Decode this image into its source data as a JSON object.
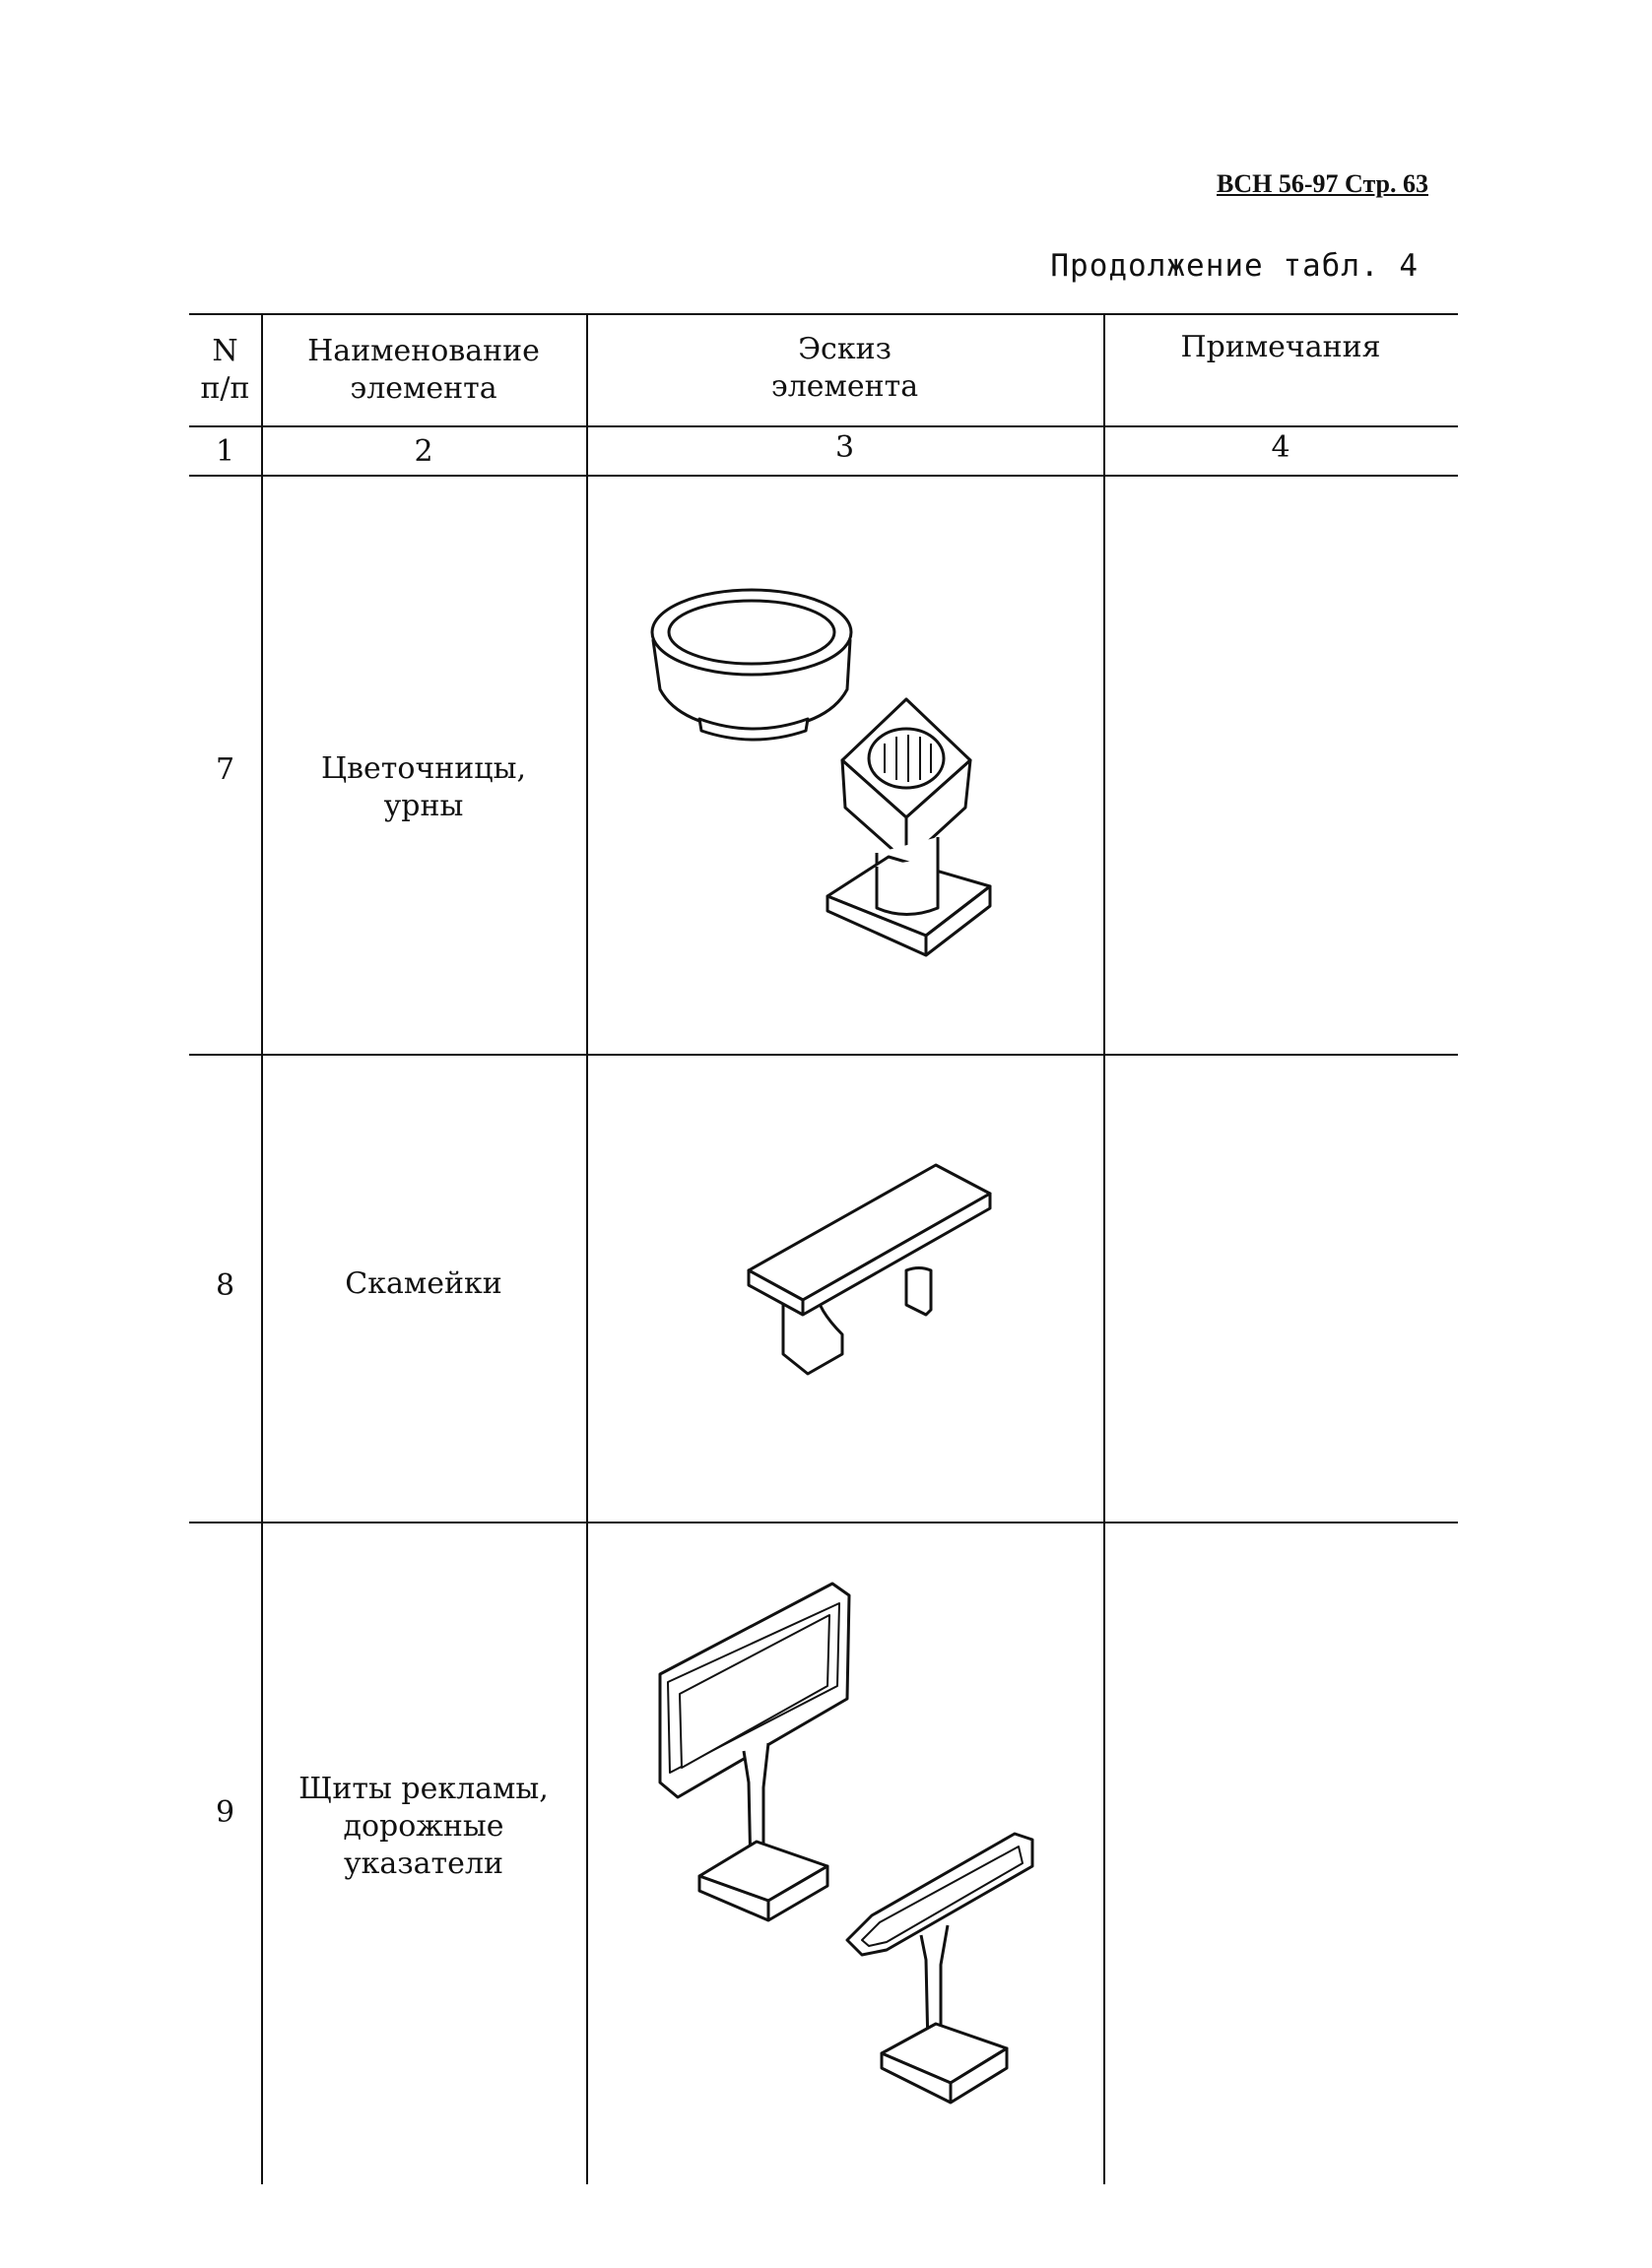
{
  "header": {
    "doc_ref": "ВСН 56-97 Стр. 63"
  },
  "caption": "Продолжение табл. 4",
  "table": {
    "headers": [
      {
        "line1": "N",
        "line2": "п/п"
      },
      {
        "line1": "Наименование",
        "line2": "элемента"
      },
      {
        "line1": "Эскиз",
        "line2": "элемента"
      },
      {
        "line1": "Примечания",
        "line2": ""
      }
    ],
    "column_numbers": [
      "1",
      "2",
      "3",
      "4"
    ],
    "rows": [
      {
        "num": "7",
        "name_line1": "Цветочницы,",
        "name_line2": "урны",
        "name_line3": "",
        "sketch": "flowerpot-and-urn",
        "note": ""
      },
      {
        "num": "8",
        "name_line1": "Скамейки",
        "name_line2": "",
        "name_line3": "",
        "sketch": "bench",
        "note": ""
      },
      {
        "num": "9",
        "name_line1": "Щиты рекламы,",
        "name_line2": "дорожные",
        "name_line3": "указатели",
        "sketch": "billboards-and-signs",
        "note": ""
      }
    ]
  }
}
